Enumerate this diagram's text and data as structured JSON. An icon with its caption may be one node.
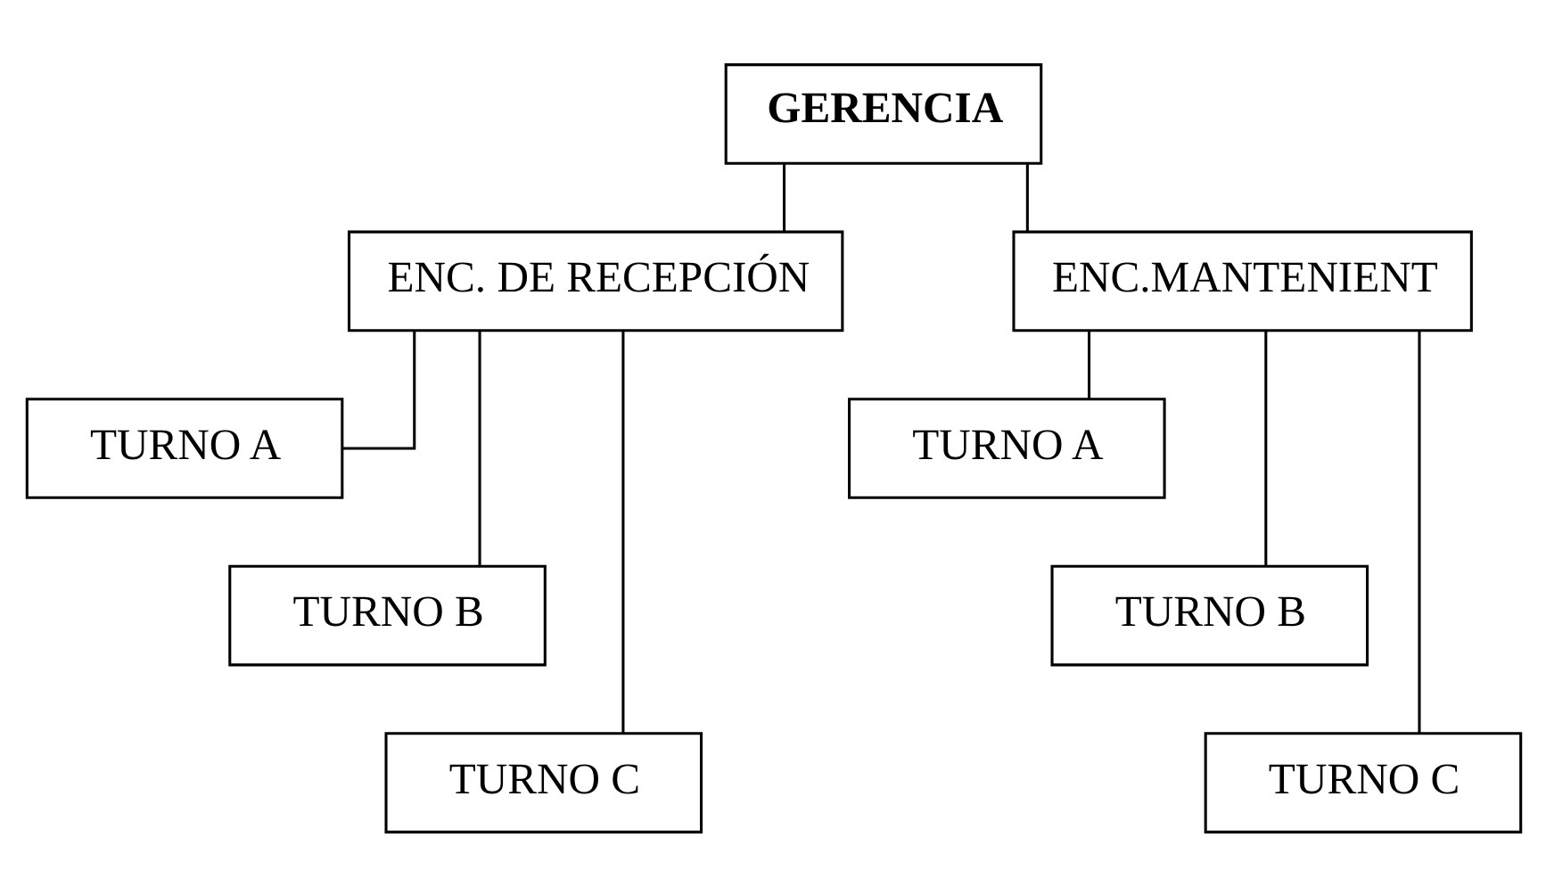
{
  "diagram": {
    "nodes": [
      {
        "text": [
          "GERENCIA"
        ]
      },
      {
        "text": [
          "ENC. DE RECEPCIÓN"
        ]
      },
      {
        "text": [
          "ENC.MANTENIENT"
        ]
      },
      {
        "text": [
          "TURNO A"
        ]
      },
      {
        "text": [
          "TURNO B"
        ]
      },
      {
        "text": [
          "TURNO C"
        ]
      },
      {
        "text": [
          "TURNO A"
        ]
      },
      {
        "text": [
          "TURNO B"
        ]
      },
      {
        "text": [
          "TURNO C"
        ]
      }
    ],
    "edges": [
      {
        "from": 0,
        "to": 1,
        "arrow": "none"
      },
      {
        "from": 0,
        "to": 2,
        "arrow": "none"
      },
      {
        "from": 1,
        "to": 3,
        "arrow": "none"
      },
      {
        "from": 1,
        "to": 4,
        "arrow": "none"
      },
      {
        "from": 1,
        "to": 5,
        "arrow": "none"
      },
      {
        "from": 2,
        "to": 6,
        "arrow": "none"
      },
      {
        "from": 2,
        "to": 7,
        "arrow": "none"
      },
      {
        "from": 2,
        "to": 8,
        "arrow": "none"
      }
    ]
  }
}
